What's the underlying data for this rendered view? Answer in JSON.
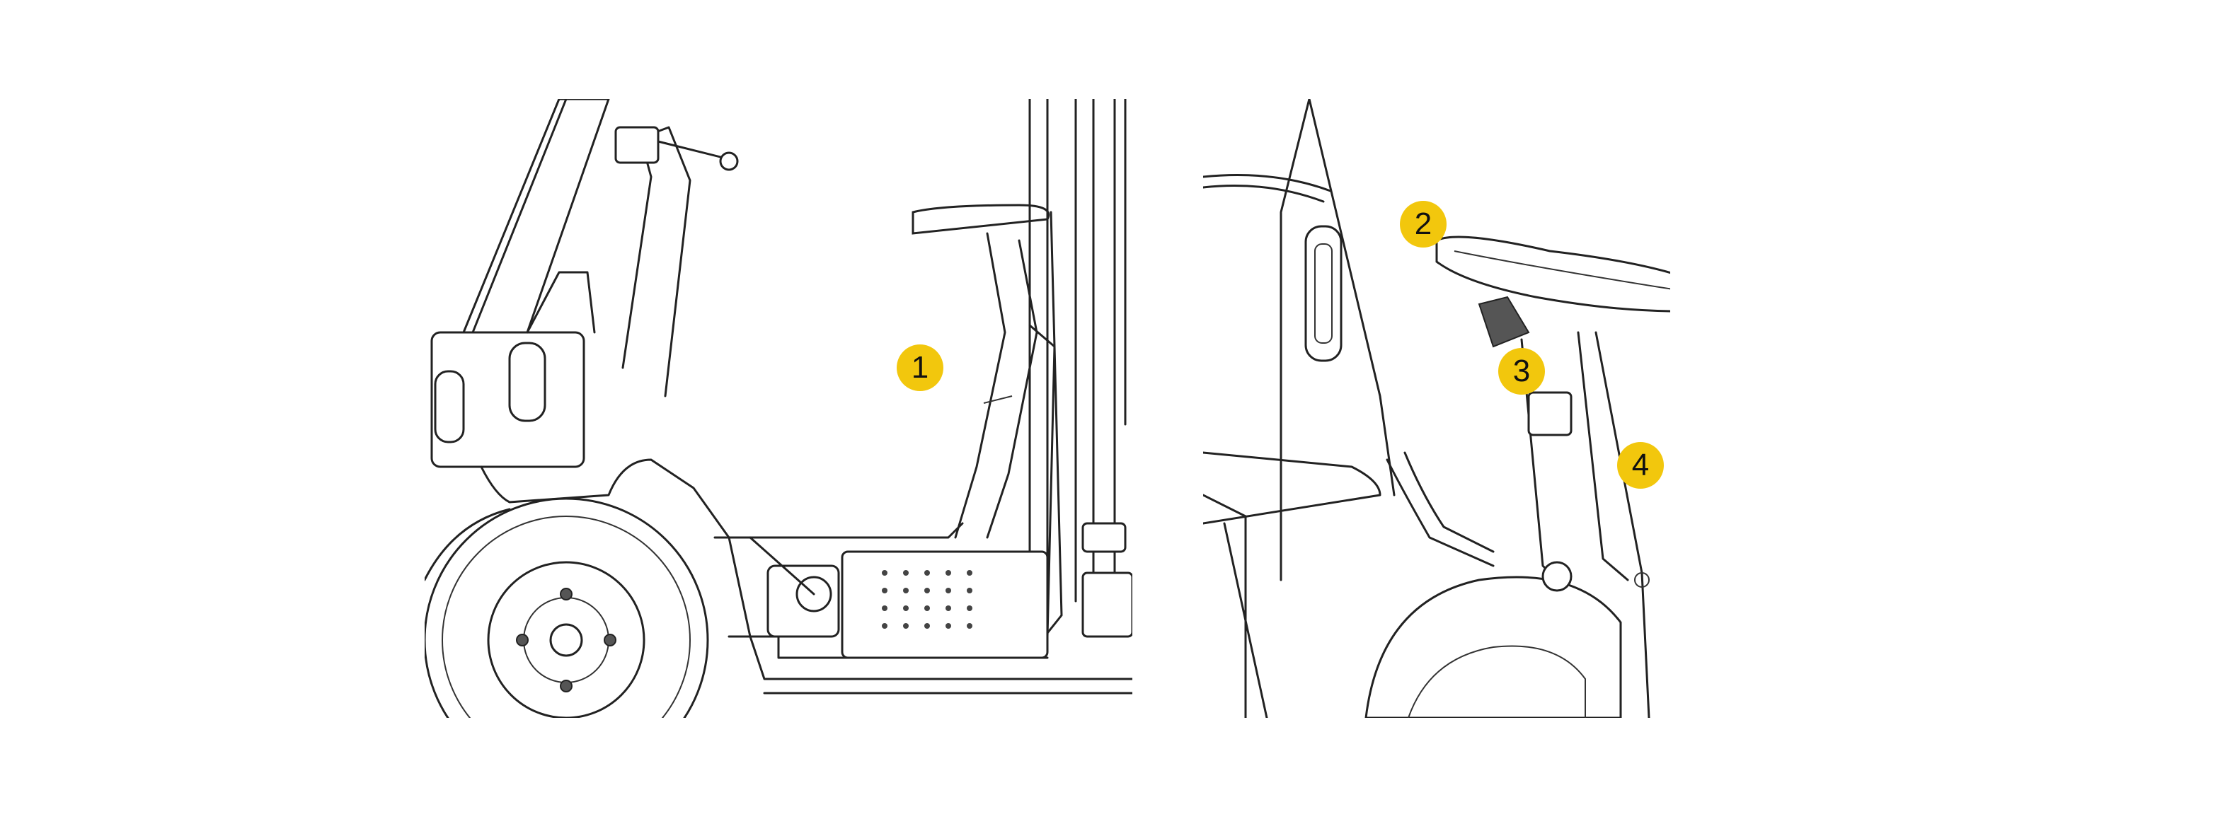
{
  "callouts": [
    {
      "id": "1",
      "label": "1"
    },
    {
      "id": "2",
      "label": "2"
    },
    {
      "id": "3",
      "label": "3"
    },
    {
      "id": "4",
      "label": "4"
    }
  ],
  "colors": {
    "callout_fill": "#f2c70d",
    "line": "#222222",
    "background": "#ffffff"
  }
}
